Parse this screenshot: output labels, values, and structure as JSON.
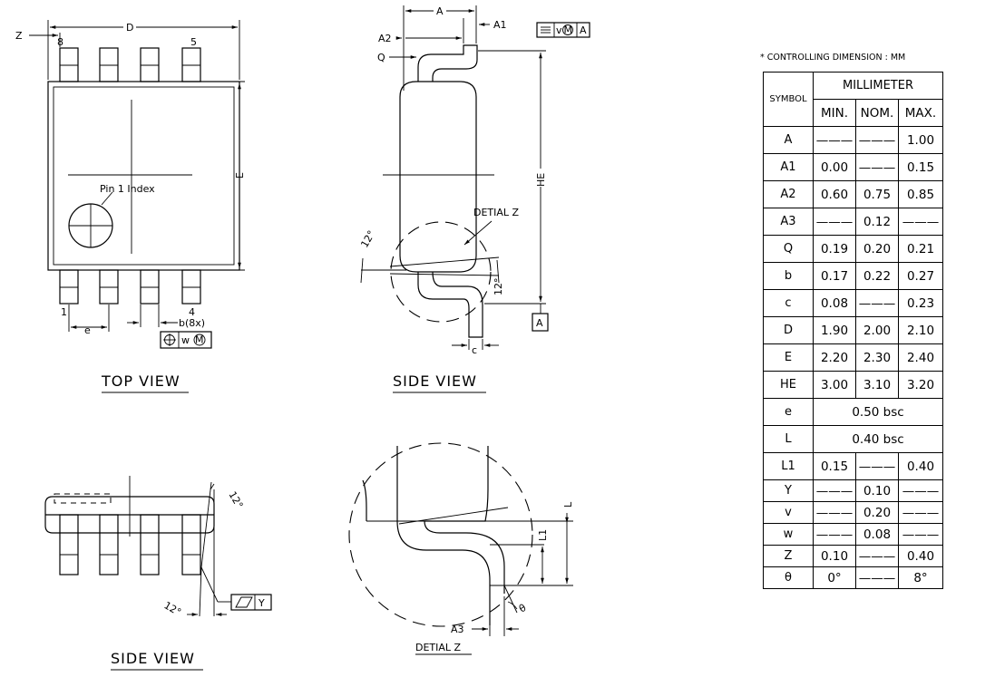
{
  "pins": {
    "top_left": "8",
    "top_right": "5",
    "bottom_left": "1",
    "bottom_right": "4",
    "pin1_index": "Pin 1 Index"
  },
  "dims": {
    "D": "D",
    "E": "E",
    "e": "e",
    "b8x": "b(8x)",
    "Z": "Z",
    "A": "A",
    "A1": "A1",
    "A2": "A2",
    "A3": "A3",
    "Q": "Q",
    "HE": "HE",
    "c": "c",
    "L": "L",
    "L1": "L1",
    "datum_A": "A",
    "angle12": "12°",
    "theta": "θ",
    "gdt_w": "w",
    "gdt_v": "v",
    "gdt_Y": "Y",
    "circled_M": "M"
  },
  "views": {
    "top": "TOP VIEW",
    "side_1": "SIDE VIEW",
    "side_2": "SIDE VIEW",
    "detail": "DETIAL Z",
    "detail_callout": "DETIAL Z"
  },
  "table": {
    "note": "* CONTROLLING DIMENSION : MM",
    "symbol_header": "SYMBOL",
    "unit_header": "MILLIMETER",
    "col_headers": [
      "MIN.",
      "NOM.",
      "MAX."
    ],
    "rows": [
      {
        "sym": "A",
        "min": "———",
        "nom": "———",
        "max": "1.00"
      },
      {
        "sym": "A1",
        "min": "0.00",
        "nom": "———",
        "max": "0.15"
      },
      {
        "sym": "A2",
        "min": "0.60",
        "nom": "0.75",
        "max": "0.85"
      },
      {
        "sym": "A3",
        "min": "———",
        "nom": "0.12",
        "max": "———"
      },
      {
        "sym": "Q",
        "min": "0.19",
        "nom": "0.20",
        "max": "0.21"
      },
      {
        "sym": "b",
        "min": "0.17",
        "nom": "0.22",
        "max": "0.27"
      },
      {
        "sym": "c",
        "min": "0.08",
        "nom": "———",
        "max": "0.23"
      },
      {
        "sym": "D",
        "min": "1.90",
        "nom": "2.00",
        "max": "2.10"
      },
      {
        "sym": "E",
        "min": "2.20",
        "nom": "2.30",
        "max": "2.40"
      },
      {
        "sym": "HE",
        "min": "3.00",
        "nom": "3.10",
        "max": "3.20"
      },
      {
        "sym": "e",
        "span": "0.50  bsc"
      },
      {
        "sym": "L",
        "span": "0.40  bsc"
      },
      {
        "sym": "L1",
        "min": "0.15",
        "nom": "———",
        "max": "0.40"
      },
      {
        "sym": "Y",
        "min": "———",
        "nom": "0.10",
        "max": "———"
      },
      {
        "sym": "v",
        "min": "———",
        "nom": "0.20",
        "max": "———"
      },
      {
        "sym": "w",
        "min": "———",
        "nom": "0.08",
        "max": "———"
      },
      {
        "sym": "Z",
        "min": "0.10",
        "nom": "———",
        "max": "0.40"
      },
      {
        "sym": "θ",
        "min": "0°",
        "nom": "———",
        "max": "8°"
      }
    ]
  }
}
